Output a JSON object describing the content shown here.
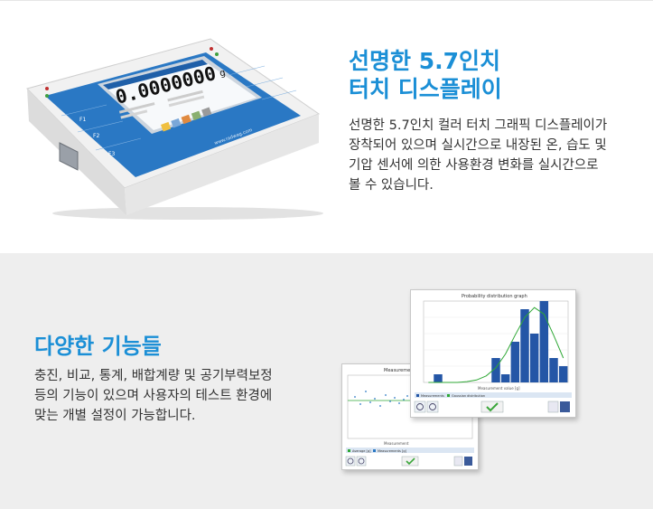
{
  "section1": {
    "title_lines": [
      "선명한 5.7인치",
      "터치 디스플레이"
    ],
    "body_lines": [
      "선명한 5.7인치 컬러 터치 그래픽 디스플레이가",
      "장착되어 있으며 실시간으로 내장된 온, 습도 및",
      "기압 센서에 의한 사용환경 변화를 실시간으로",
      "볼 수 있습니다."
    ],
    "device": {
      "readout": "0.0000000",
      "unit": "g",
      "keys_left": [
        "F1",
        "F2",
        "F3"
      ],
      "website": "www.radwag.com"
    }
  },
  "section2": {
    "title": "다양한 기능들",
    "body_lines": [
      "충진, 비교, 통계, 배합계량 및 공기부력보정",
      "등의 기능이 있으며 사용자의 테스트 환경에",
      "맞는 개별 설정이 가능합니다."
    ],
    "window_front": {
      "title": "Probability distribution graph",
      "xlabel": "Measurement value [g]",
      "legend": [
        "Measurements",
        "Gaussian distribution"
      ]
    },
    "window_back": {
      "title": "Measurements",
      "xlabel": "Measurement",
      "legend": [
        "Average [g]",
        "Measurements [g]"
      ]
    }
  },
  "colors": {
    "accent_blue": "#1b8fd6",
    "panel_blue": "#2a78c4",
    "bar_blue": "#2456a6",
    "curve_green": "#2fa836",
    "ok_green": "#3aa63a",
    "section2_bg": "#eeeeee"
  },
  "chart_data": {
    "type": "bar",
    "title": "Probability distribution graph",
    "xlabel": "Measurement value [g]",
    "series": [
      {
        "name": "Measurements",
        "values": [
          0,
          1,
          0,
          0,
          0,
          0,
          0,
          3,
          1,
          5,
          9,
          6,
          10,
          3,
          2
        ]
      },
      {
        "name": "Gaussian distribution",
        "values": [
          0,
          0,
          0,
          0,
          0.1,
          0.3,
          0.8,
          1.8,
          3.5,
          5.8,
          8.0,
          9.2,
          8.4,
          5.8,
          3.0
        ]
      }
    ]
  }
}
